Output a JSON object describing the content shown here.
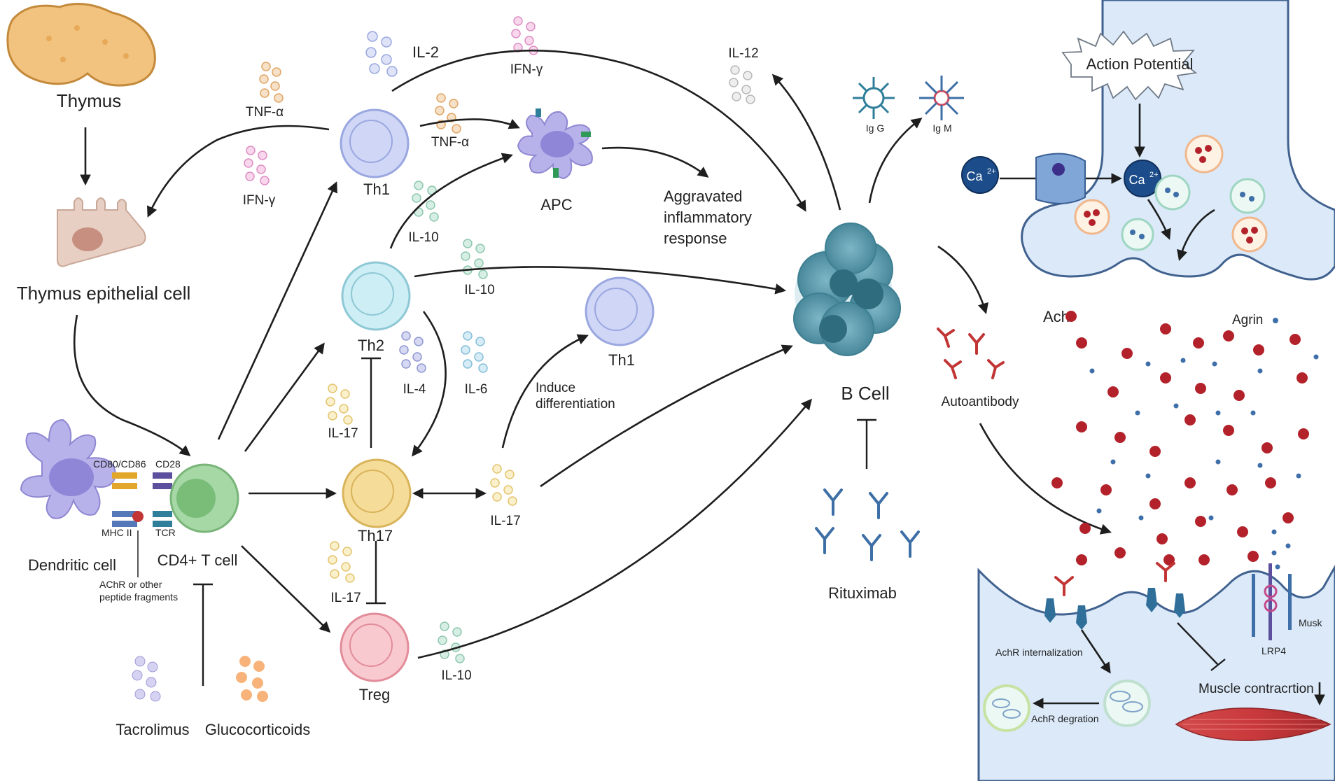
{
  "labels": {
    "thymus": "Thymus",
    "thymus_epithelial_cell": "Thymus epithelial cell",
    "dendritic_cell": "Dendritic cell",
    "cd80_cd86": "CD80/CD86",
    "cd28": "CD28",
    "mhc_ii": "MHC II",
    "tcr": "TCR",
    "cd4_t_cell": "CD4+ T cell",
    "achr_fragments_1": "AChR or other",
    "achr_fragments_2": "peptide fragments",
    "tacrolimus": "Tacrolimus",
    "glucocorticoids": "Glucocorticoids",
    "th1": "Th1",
    "th2": "Th2",
    "th17": "Th17",
    "treg": "Treg",
    "th1_induced": "Th1",
    "apc": "APC",
    "b_cell": "B Cell",
    "rituximab": "Rituximab",
    "aggravated_1": "Aggravated",
    "aggravated_2": "inflammatory",
    "aggravated_3": "response",
    "induce_1": "Induce",
    "induce_2": "differentiation",
    "autoantibody": "Autoantibody",
    "igg": "Ig G",
    "igm": "Ig M",
    "action_potential": "Action Potential",
    "ca": "Ca",
    "ca_sup": "2+",
    "ach": "Ach",
    "agrin": "Agrin",
    "musk": "Musk",
    "lrp4": "LRP4",
    "achr_internalization": "AchR internalization",
    "achr_degration": "AchR degration",
    "muscle_contraction": "Muscle contracrtion"
  },
  "cytokines": {
    "tnf_a_left": "TNF-α",
    "ifn_g_left": "IFN-γ",
    "il2": "IL-2",
    "ifn_g_top": "IFN-γ",
    "tnf_a_mid": "TNF-α",
    "il12": "IL-12",
    "il10_a": "IL-10",
    "il10_b": "IL-10",
    "il4": "IL-4",
    "il6": "IL-6",
    "il17_a": "IL-17",
    "il17_b": "IL-17",
    "il17_c": "IL-17",
    "il10_c": "IL-10"
  },
  "colors": {
    "th1": "#cfd6f6",
    "th2": "#cdeef4",
    "th17": "#f6dc99",
    "treg": "#f8c9cf",
    "cd4": "#a6d8a6",
    "dendritic": "#b8b2ea",
    "b_cell": "#5e9fb0",
    "synapse": "#dbe9f9",
    "synapse_line": "#41628f",
    "ach_dot": "#b3222a",
    "agrin_dot": "#3e6fa8"
  }
}
